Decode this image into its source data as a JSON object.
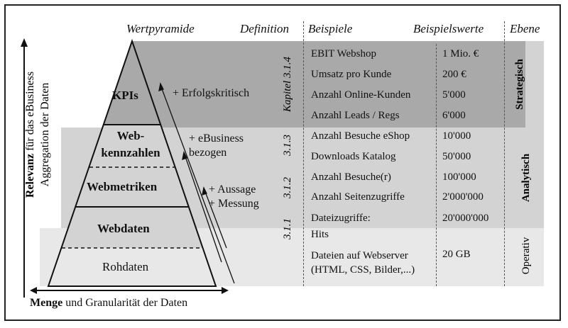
{
  "headers": {
    "pyramid": "Wertpyramide",
    "definition": "Definition",
    "examples": "Beispiele",
    "values": "Beispielswerte",
    "level": "Ebene"
  },
  "pyramid_levels": [
    {
      "label": "KPIs",
      "bold": true
    },
    {
      "label": "Web-\nkennzahlen",
      "bold": true
    },
    {
      "label": "Webmetriken",
      "bold": true
    },
    {
      "label": "Webdaten",
      "bold": true
    },
    {
      "label": "Rohdaten",
      "bold": false
    }
  ],
  "qualifiers": [
    "+ Erfolgskritisch",
    "+ eBusiness\nbezogen",
    "+ Aussage\n+ Messung"
  ],
  "chapters": {
    "kpi": "Kapitel 3.1.4",
    "kennzahlen": "3.1.3",
    "metriken": "3.1.2",
    "daten": "3.1.1"
  },
  "rows": [
    {
      "example": "EBIT Webshop",
      "value": "1 Mio. €"
    },
    {
      "example": "Umsatz pro Kunde",
      "value": "200 €"
    },
    {
      "example": "Anzahl Online-Kunden",
      "value": "5'000"
    },
    {
      "example": "Anzahl Leads / Regs",
      "value": "6'000"
    },
    {
      "example": "Anzahl Besuche eShop",
      "value": "10'000"
    },
    {
      "example": "Downloads Katalog",
      "value": "50'000"
    },
    {
      "example": "Anzahl Besuche(r)",
      "value": "100'000"
    },
    {
      "example": "Anzahl Seitenzugriffe",
      "value": "2'000'000"
    },
    {
      "example": "Dateizugriffe:",
      "value": "20'000'000"
    },
    {
      "example": "Hits",
      "value": ""
    },
    {
      "example": "Dateien auf Webserver\n(HTML, CSS, Bilder,...)",
      "value": "20 GB"
    }
  ],
  "levels": {
    "strategic": "Strategisch",
    "analytic": "Analytisch",
    "operative": "Operativ"
  },
  "axes": {
    "y_bold": "Relevanz",
    "y_rest_line1": " für das eBusiness",
    "y_line2": "Aggregation der Daten",
    "x_bold": "Menge",
    "x_rest": " und Granularität der Daten"
  },
  "colors": {
    "strategic_band": "#a9a9a9",
    "analytic_band": "#d3d3d3",
    "operative_band": "#e8e8e8",
    "pyramid_kpi": "#a9a9a9",
    "pyramid_mid": "#d3d3d3",
    "pyramid_low": "#e8e8e8"
  }
}
